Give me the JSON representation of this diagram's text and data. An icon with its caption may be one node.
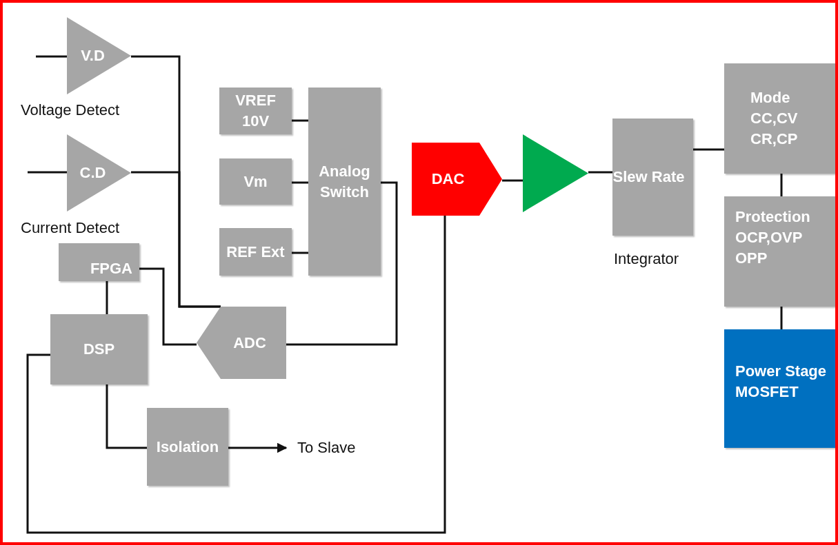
{
  "diagram": {
    "nodes": [
      {
        "text": [
          "V.D"
        ],
        "beside": [
          "Voltage Detect"
        ]
      },
      {
        "text": [
          "C.D"
        ],
        "beside": [
          "Current Detect"
        ]
      },
      {
        "text": [
          "VREF 10V"
        ]
      },
      {
        "text": [
          "Vm"
        ]
      },
      {
        "text": [
          "REF Ext"
        ]
      },
      {
        "text": [
          "Analog Switch"
        ]
      },
      {
        "text": [
          "FPGA"
        ]
      },
      {
        "text": [
          "DSP"
        ]
      },
      {
        "text": [
          "ADC"
        ]
      },
      {
        "text": [
          "DAC"
        ]
      },
      {
        "text": [],
        "shape": "triangle"
      },
      {
        "text": [
          "Slew Rate"
        ],
        "beside": [
          "Integrator"
        ]
      },
      {
        "text": [
          "Mode CC,CV CR,CP"
        ]
      },
      {
        "text": [
          "Protection OCP,OVP OPP"
        ]
      },
      {
        "text": [
          "Power Stage MOSFET"
        ]
      },
      {
        "text": [
          "Isolation"
        ]
      },
      {
        "text": [
          "To Slave"
        ]
      }
    ],
    "edges": [
      {
        "from": null,
        "to": 0,
        "arrow": "none"
      },
      {
        "from": null,
        "to": 1,
        "arrow": "none"
      },
      {
        "from": 0,
        "to": 8,
        "arrow": "none"
      },
      {
        "from": 1,
        "to": 8,
        "arrow": "none"
      },
      {
        "from": 2,
        "to": 5,
        "arrow": "none"
      },
      {
        "from": 3,
        "to": 5,
        "arrow": "none"
      },
      {
        "from": 4,
        "to": 5,
        "arrow": "none"
      },
      {
        "from": 5,
        "to": 8,
        "arrow": "none"
      },
      {
        "from": 6,
        "to": 8,
        "arrow": "none"
      },
      {
        "from": 6,
        "to": 7,
        "arrow": "none"
      },
      {
        "from": 7,
        "to": 15,
        "arrow": "none"
      },
      {
        "from": 15,
        "to": 16,
        "arrow": "to"
      },
      {
        "from": 9,
        "to": 7,
        "arrow": "none"
      },
      {
        "from": 9,
        "to": 10,
        "arrow": "none"
      },
      {
        "from": 10,
        "to": 11,
        "arrow": "none"
      },
      {
        "from": 11,
        "to": 12,
        "arrow": "none"
      },
      {
        "from": 12,
        "to": 13,
        "arrow": "none"
      },
      {
        "from": 13,
        "to": 14,
        "arrow": "none"
      }
    ]
  }
}
